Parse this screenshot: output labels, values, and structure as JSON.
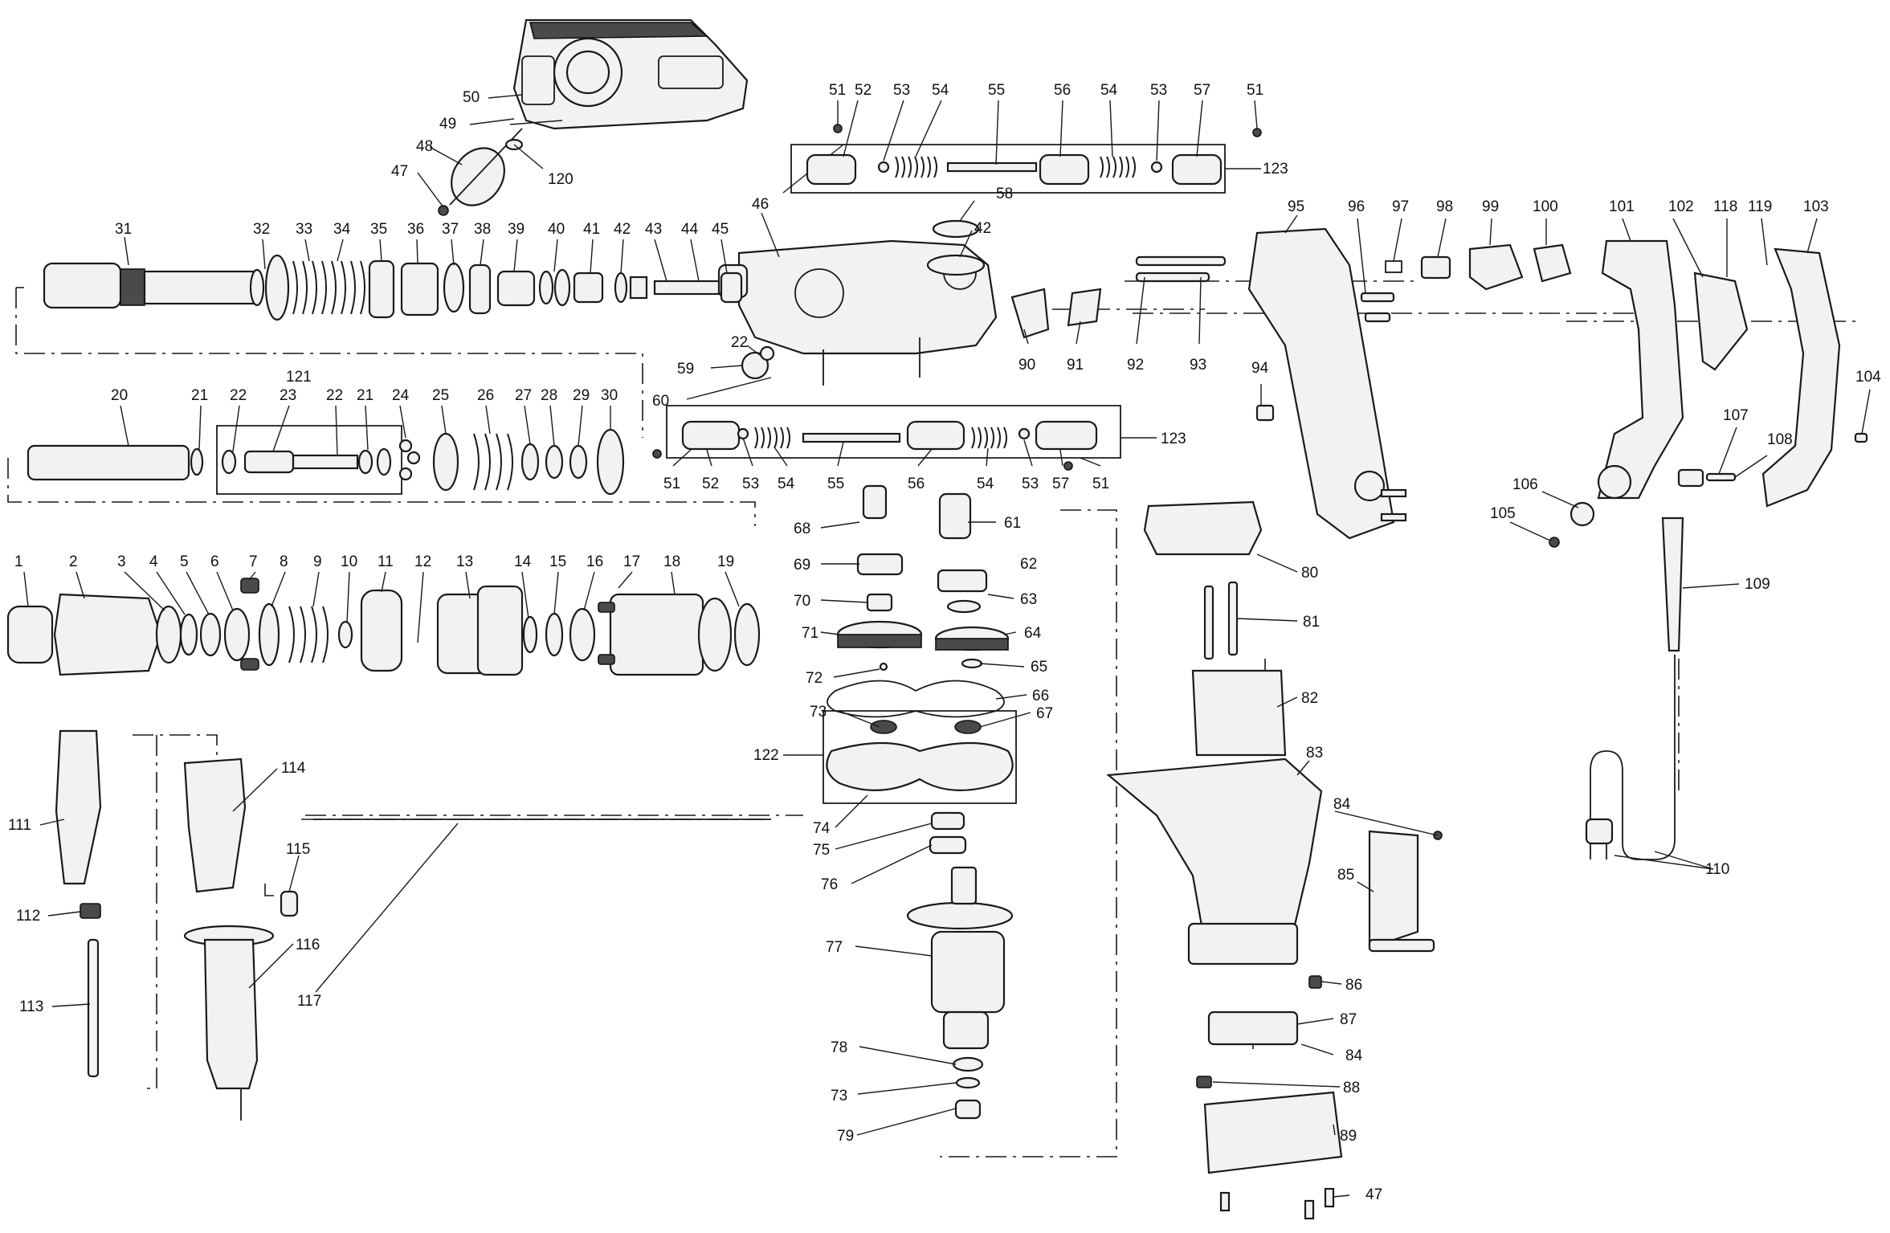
{
  "diagram": {
    "callouts": [
      "1",
      "2",
      "3",
      "4",
      "5",
      "6",
      "7",
      "8",
      "9",
      "10",
      "11",
      "12",
      "13",
      "14",
      "15",
      "16",
      "17",
      "18",
      "19",
      "20",
      "21",
      "22",
      "23",
      "24",
      "25",
      "26",
      "27",
      "28",
      "29",
      "30",
      "31",
      "32",
      "33",
      "34",
      "35",
      "36",
      "37",
      "38",
      "39",
      "40",
      "41",
      "42",
      "43",
      "44",
      "45",
      "46",
      "47",
      "48",
      "49",
      "50",
      "51",
      "52",
      "53",
      "54",
      "55",
      "56",
      "57",
      "58",
      "59",
      "60",
      "61",
      "62",
      "63",
      "64",
      "65",
      "66",
      "67",
      "68",
      "69",
      "70",
      "71",
      "72",
      "73",
      "74",
      "75",
      "76",
      "77",
      "78",
      "79",
      "80",
      "81",
      "82",
      "83",
      "84",
      "85",
      "86",
      "87",
      "88",
      "89",
      "90",
      "91",
      "92",
      "93",
      "94",
      "95",
      "96",
      "97",
      "98",
      "99",
      "100",
      "101",
      "102",
      "103",
      "104",
      "105",
      "106",
      "107",
      "108",
      "109",
      "110",
      "111",
      "112",
      "113",
      "114",
      "115",
      "116",
      "117",
      "118",
      "119",
      "120",
      "121",
      "122",
      "123"
    ]
  }
}
